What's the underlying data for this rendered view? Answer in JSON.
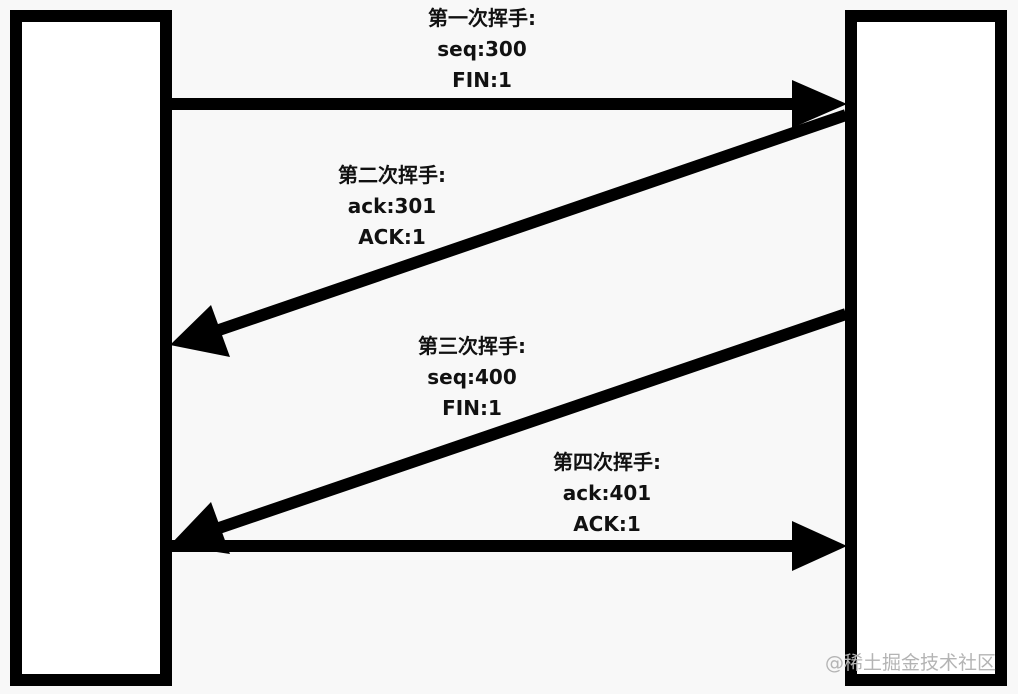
{
  "diagram": {
    "steps": [
      {
        "title": "第一次挥手:",
        "line1": "seq:300",
        "line2": "FIN:1"
      },
      {
        "title": "第二次挥手:",
        "line1": "ack:301",
        "line2": "ACK:1"
      },
      {
        "title": "第三次挥手:",
        "line1": "seq:400",
        "line2": "FIN:1"
      },
      {
        "title": "第四次挥手:",
        "line1": "ack:401",
        "line2": "ACK:1"
      }
    ],
    "watermark": "@稀土掘金技术社区"
  },
  "colors": {
    "background": "#f8f8f8",
    "line": "#000000",
    "text": "#111111",
    "watermark": "#b4b4b4"
  }
}
